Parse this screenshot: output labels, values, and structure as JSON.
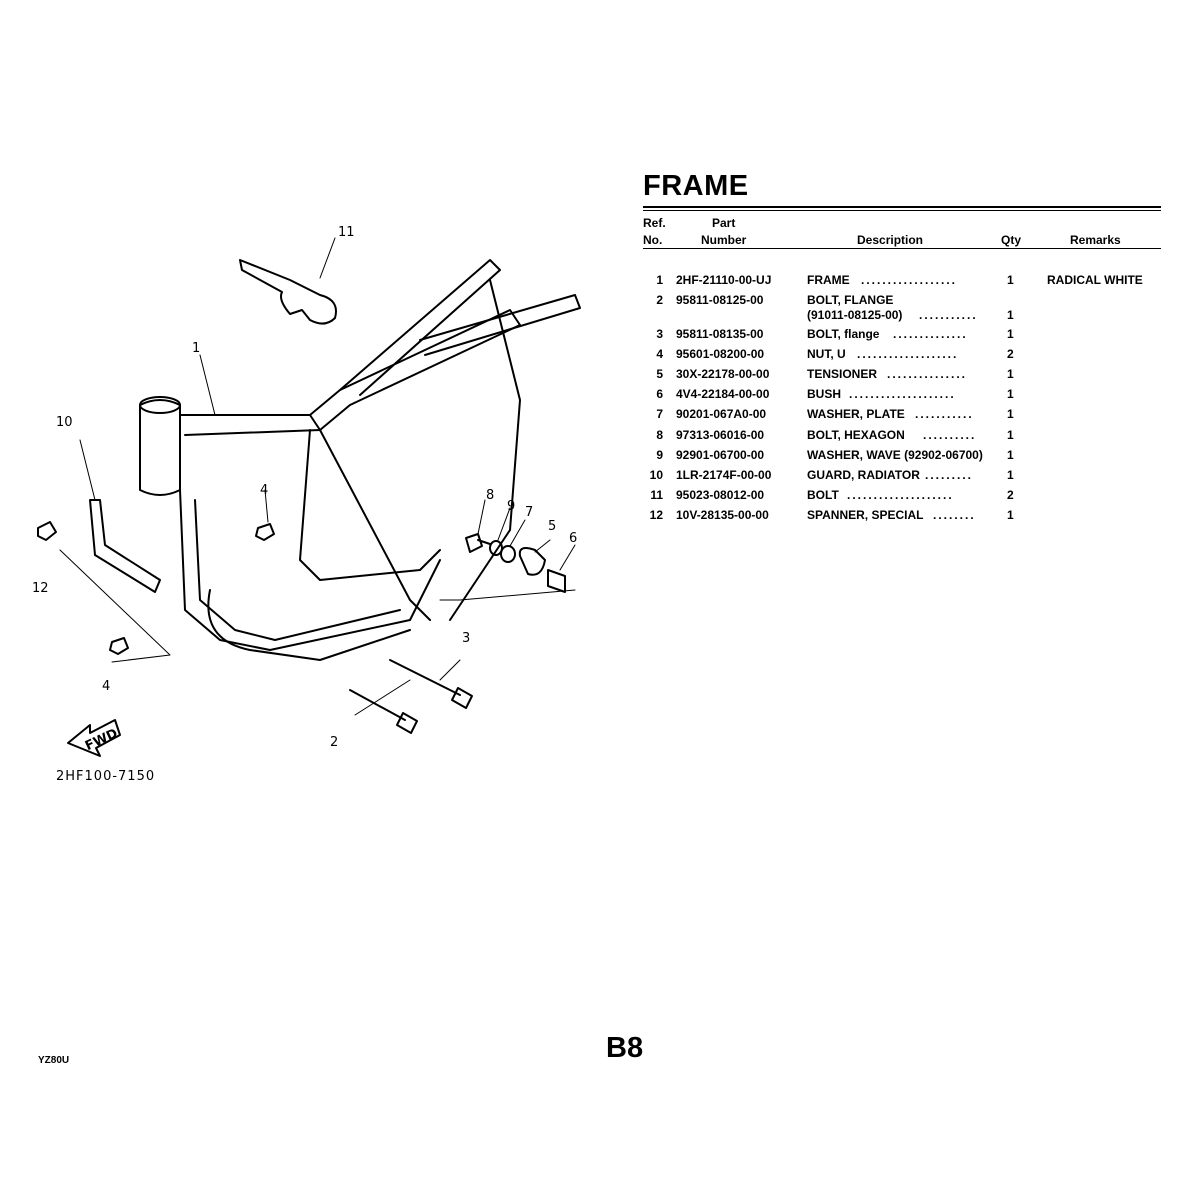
{
  "title": "FRAME",
  "table_header": {
    "ref_line1": "Ref.",
    "ref_line2": "No.",
    "part_line1": "Part",
    "part_line2": "Number",
    "description": "Description",
    "qty": "Qty",
    "remarks": "Remarks"
  },
  "parts": [
    {
      "ref": "1",
      "part_number": "2HF-21110-00-UJ",
      "description": "FRAME",
      "note": "",
      "qty": "1",
      "remarks": "RADICAL WHITE"
    },
    {
      "ref": "2",
      "part_number": "95811-08125-00",
      "description": "BOLT, FLANGE",
      "note": "(91011-08125-00)",
      "qty": "1",
      "remarks": ""
    },
    {
      "ref": "3",
      "part_number": "95811-08135-00",
      "description": "BOLT, flange",
      "note": "",
      "qty": "1",
      "remarks": ""
    },
    {
      "ref": "4",
      "part_number": "95601-08200-00",
      "description": "NUT, U",
      "note": "",
      "qty": "2",
      "remarks": ""
    },
    {
      "ref": "5",
      "part_number": "30X-22178-00-00",
      "description": "TENSIONER",
      "note": "",
      "qty": "1",
      "remarks": ""
    },
    {
      "ref": "6",
      "part_number": "4V4-22184-00-00",
      "description": "BUSH",
      "note": "",
      "qty": "1",
      "remarks": ""
    },
    {
      "ref": "7",
      "part_number": "90201-067A0-00",
      "description": "WASHER, PLATE",
      "note": "",
      "qty": "1",
      "remarks": ""
    },
    {
      "ref": "8",
      "part_number": "97313-06016-00",
      "description": "BOLT, HEXAGON",
      "note": "",
      "qty": "1",
      "remarks": ""
    },
    {
      "ref": "9",
      "part_number": "92901-06700-00",
      "description": "WASHER, WAVE (92902-06700)",
      "note": "",
      "qty": "1",
      "remarks": ""
    },
    {
      "ref": "10",
      "part_number": "1LR-2174F-00-00",
      "description": "GUARD, RADIATOR",
      "note": "",
      "qty": "1",
      "remarks": ""
    },
    {
      "ref": "11",
      "part_number": "95023-08012-00",
      "description": "BOLT",
      "note": "",
      "qty": "2",
      "remarks": ""
    },
    {
      "ref": "12",
      "part_number": "10V-28135-00-00",
      "description": "SPANNER, SPECIAL",
      "note": "",
      "qty": "1",
      "remarks": ""
    }
  ],
  "diagram": {
    "callouts": [
      "1",
      "2",
      "3",
      "4",
      "4",
      "5",
      "6",
      "7",
      "8",
      "9",
      "10",
      "11",
      "12"
    ],
    "drawing_code": "2HF100-7150",
    "fwd_label": "FWD"
  },
  "footer": {
    "model": "YZ80U",
    "page": "B8"
  }
}
